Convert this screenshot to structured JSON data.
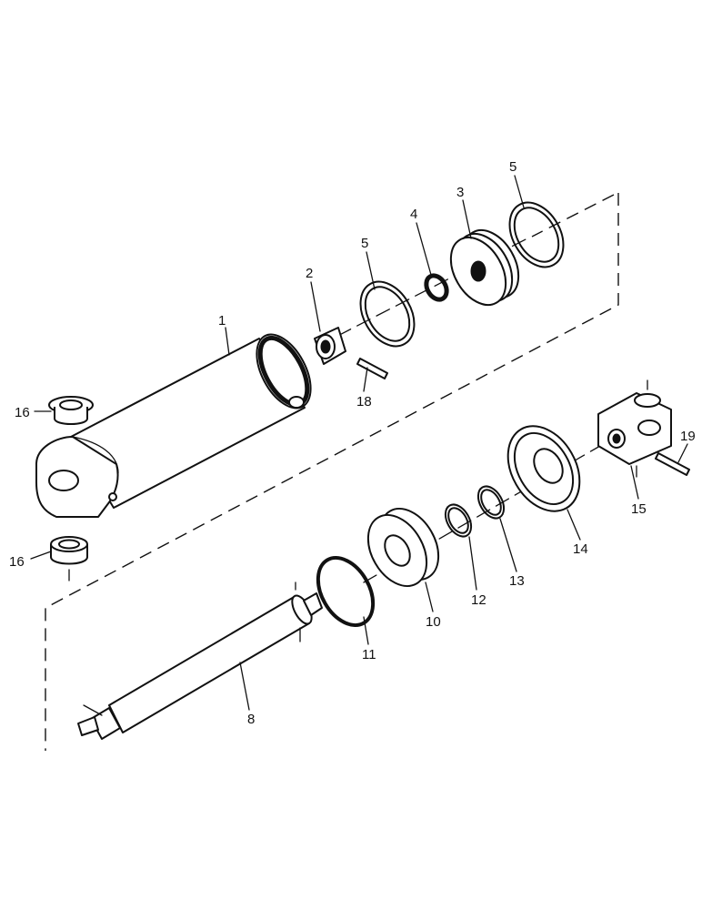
{
  "callouts": {
    "c1": "1",
    "c2": "2",
    "c3": "3",
    "c4": "4",
    "c5a": "5",
    "c5b": "5",
    "c8": "8",
    "c10": "10",
    "c11": "11",
    "c12": "12",
    "c13": "13",
    "c14": "14",
    "c15": "15",
    "c16a": "16",
    "c16b": "16",
    "c18": "18",
    "c19": "19"
  }
}
